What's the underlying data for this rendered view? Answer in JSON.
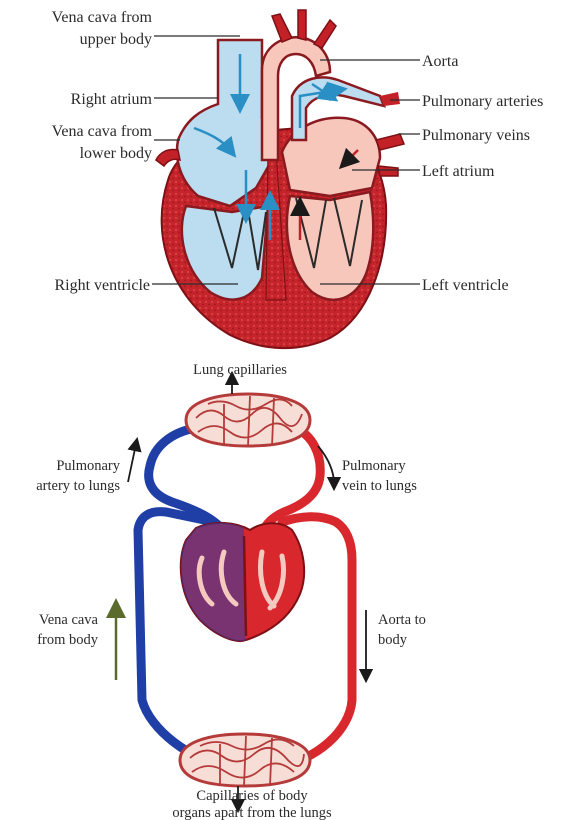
{
  "heart_diagram": {
    "labels": {
      "vena_cava_upper": [
        "Vena cava from",
        "upper body"
      ],
      "right_atrium": "Right atrium",
      "vena_cava_lower": [
        "Vena cava from",
        "lower body"
      ],
      "right_ventricle": "Right ventricle",
      "aorta": "Aorta",
      "pulmonary_arteries": "Pulmonary arteries",
      "pulmonary_veins": "Pulmonary veins",
      "left_atrium": "Left atrium",
      "left_ventricle": "Left ventricle"
    }
  },
  "circulation_diagram": {
    "labels": {
      "lung_capillaries": "Lung capillaries",
      "pulmonary_artery": [
        "Pulmonary",
        "artery to lungs"
      ],
      "pulmonary_vein": [
        "Pulmonary",
        "vein to lungs"
      ],
      "vena_cava_body": [
        "Vena cava",
        "from body"
      ],
      "aorta_body": [
        "Aorta to",
        "body"
      ],
      "body_capillaries": [
        "Capillaries of body",
        "organs apart from the lungs"
      ]
    }
  },
  "colors": {
    "oxygen_poor_blood": "#bcdcf0",
    "oxygen_rich_blood": "#f7c7bb",
    "heart_muscle": "#c22127",
    "vein_blue": "#1f3fa6",
    "artery_red": "#d9272e",
    "flow_arrow": "#2a8fc4"
  }
}
